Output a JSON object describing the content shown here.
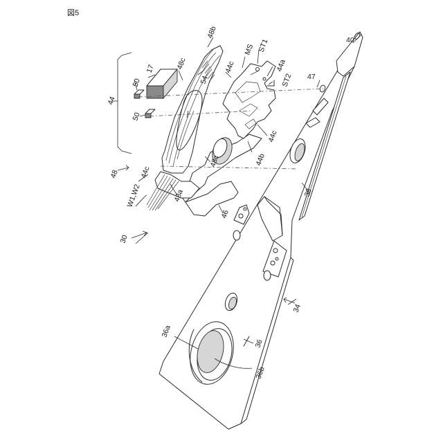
{
  "figure": {
    "title": "図5"
  },
  "labels": {
    "n30": "30",
    "n34": "34",
    "n36": "36",
    "n36a": "36a",
    "n36b": "36b",
    "n38": "38",
    "n40": "40",
    "n44": "44",
    "n44a": "44a",
    "n44b": "44b",
    "n44c_top": "44c",
    "n44c_mid": "44c",
    "n44c_left": "44c",
    "n46": "46",
    "n47": "47",
    "n48": "48",
    "n48a": "48a",
    "n48b": "48b",
    "n48c_top": "48c",
    "n48c_mid": "48c",
    "n50_top": "50",
    "n50_bot": "50",
    "n54": "54",
    "n17": "17",
    "ms": "MS",
    "st1": "ST1",
    "st2": "ST2",
    "w1w2": "W1,W2"
  }
}
